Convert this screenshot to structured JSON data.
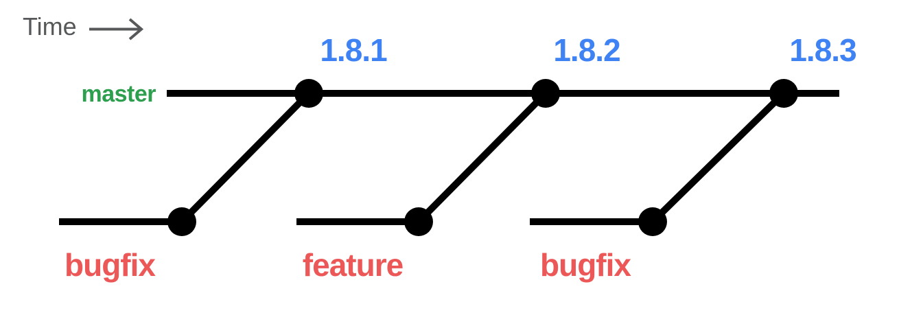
{
  "diagram": {
    "type": "git-branching-timeline",
    "time_label": "Time",
    "master_branch": {
      "label": "master",
      "color": "#2e9e4f"
    },
    "releases": [
      {
        "tag": "1.8.1"
      },
      {
        "tag": "1.8.2"
      },
      {
        "tag": "1.8.3"
      }
    ],
    "branches": [
      {
        "label": "bugfix",
        "merges_into": "1.8.1"
      },
      {
        "label": "feature",
        "merges_into": "1.8.2"
      },
      {
        "label": "bugfix",
        "merges_into": "1.8.3"
      }
    ],
    "colors": {
      "master_label": "#2e9e4f",
      "release_tag": "#3e82f4",
      "branch_label": "#ec5757",
      "line": "#000000",
      "time_label": "#565859",
      "background": "#ffffff"
    }
  }
}
